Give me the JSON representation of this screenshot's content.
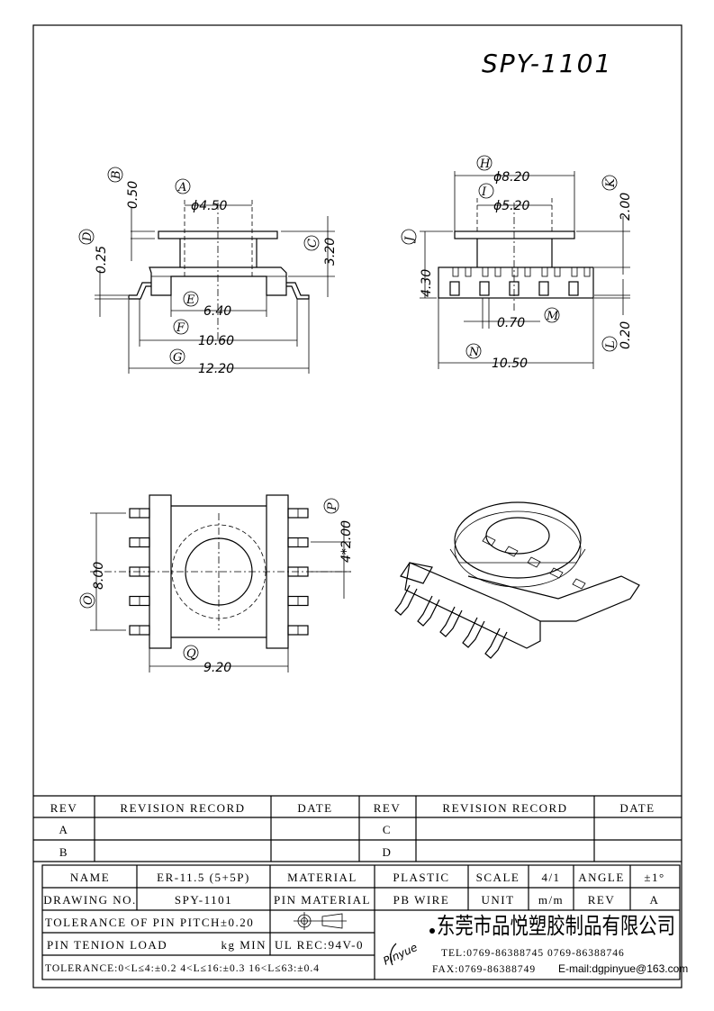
{
  "drawing_title": "SPY-1101",
  "side_view": {
    "labels": [
      "A",
      "B",
      "C",
      "D",
      "E",
      "F",
      "G"
    ],
    "dims": {
      "A": "ϕ4.50",
      "B": "0.50",
      "C": "3.20",
      "D": "0.25",
      "E": "6.40",
      "F": "10.60",
      "G": "12.20"
    }
  },
  "front_view": {
    "labels": [
      "H",
      "I",
      "J",
      "K",
      "L",
      "M",
      "N"
    ],
    "dims": {
      "H": "ϕ8.20",
      "I": "ϕ5.20",
      "J": "4.30",
      "K": "2.00",
      "L": "0.20",
      "M": "0.70",
      "N": "10.50"
    }
  },
  "top_view": {
    "labels": [
      "O",
      "P",
      "Q"
    ],
    "dims": {
      "O": "8.00",
      "P": "4*2.00",
      "Q": "9.20"
    }
  },
  "revision_table": {
    "headers": [
      "REV",
      "REVISION RECORD",
      "DATE",
      "REV",
      "REVISION RECORD",
      "DATE"
    ],
    "rows": [
      [
        "A",
        "",
        "",
        "C",
        "",
        ""
      ],
      [
        "B",
        "",
        "",
        "D",
        "",
        ""
      ]
    ]
  },
  "title_block": {
    "name_label": "NAME",
    "name_value": "ER-11.5 (5+5P)",
    "material_label": "MATERIAL",
    "material_value": "PLASTIC",
    "scale_label": "SCALE",
    "scale_value": "4/1",
    "angle_label": "ANGLE",
    "angle_value": "±1°",
    "drawing_no_label": "DRAWING NO.",
    "drawing_no_value": "SPY-1101",
    "pin_material_label": "PIN MATERIAL",
    "pin_material_value": "PB WIRE",
    "unit_label": "UNIT",
    "unit_value": "m/m",
    "rev_label": "REV",
    "rev_value": "A",
    "pin_pitch_tolerance": "TOLERANCE OF PIN PITCH±0.20",
    "pin_tension_label": "PIN TENION LOAD",
    "pin_tension_unit": "kg MIN",
    "ul_rec": "UL REC:94V-0",
    "tolerance": "TOLERANCE:0<L≤4:±0.2  4<L≤16:±0.3  16<L≤63:±0.4",
    "logo_text": "Pinyue",
    "company_name": "东莞市品悦塑胶制品有限公司",
    "tel": "TEL:0769-86388745    0769-86388746",
    "fax": "FAX:0769-86388749",
    "email": "E-mail:dgpinyue@163.com"
  }
}
